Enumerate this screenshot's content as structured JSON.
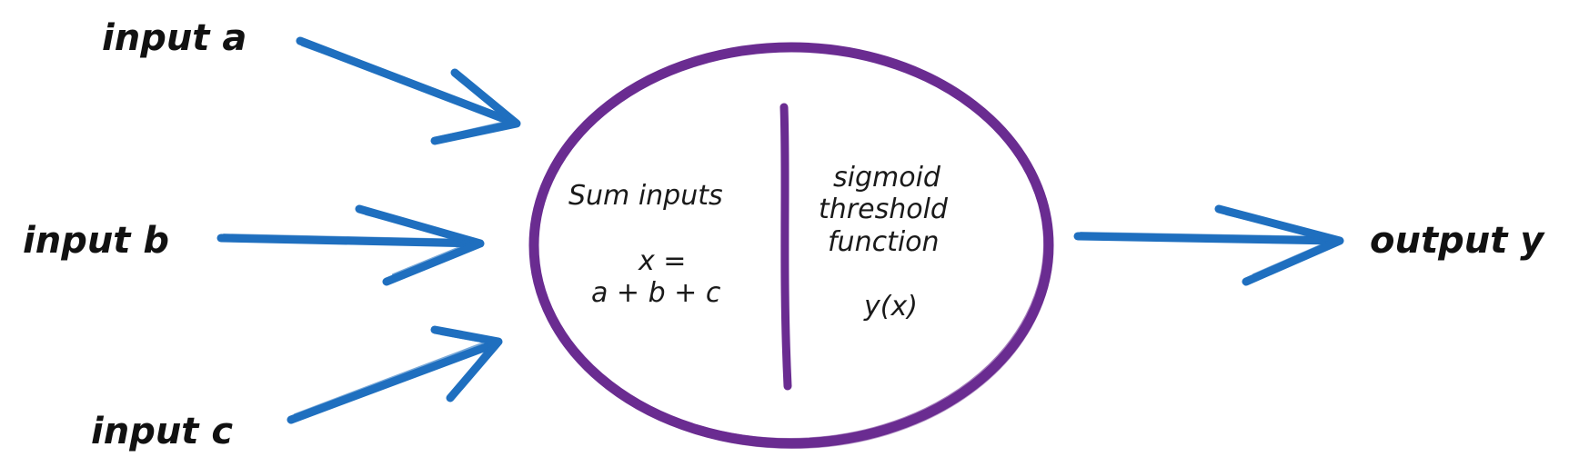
{
  "inputs": {
    "a": "input a",
    "b": "input b",
    "c": "input c"
  },
  "output": "output y",
  "neuron": {
    "left_title": "Sum inputs",
    "formula_line1": "x =",
    "formula_line2": "a + b + c",
    "right_line1": "sigmoid",
    "right_line2": "threshold",
    "right_line3": "function",
    "right_formula": "y(x)"
  },
  "colors": {
    "arrow": "#1f6fbf",
    "circle": "#6a2c91",
    "text": "#111111"
  }
}
